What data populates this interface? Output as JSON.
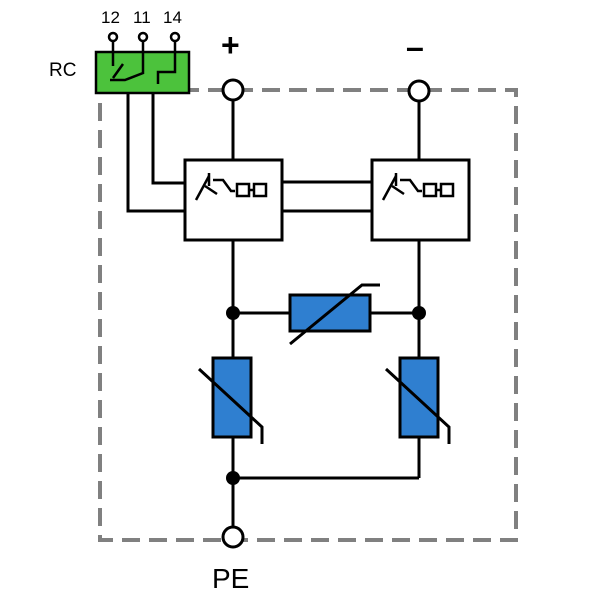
{
  "labels": {
    "pin_12": "12",
    "pin_11": "11",
    "pin_14": "14",
    "rc": "RC",
    "plus": "+",
    "minus": "–",
    "pe": "PE"
  },
  "colors": {
    "line": "#000000",
    "enclosure": "#808080",
    "varistor": "#2f7fd0",
    "remote_contact": "#4cc23c",
    "background": "#ffffff"
  }
}
